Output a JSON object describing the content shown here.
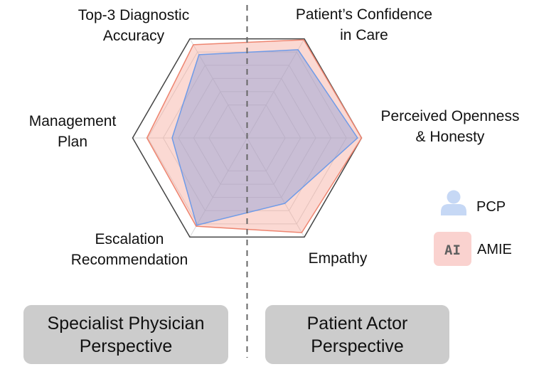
{
  "chart_data": {
    "type": "radar",
    "title": "",
    "axes": [
      {
        "label": [
          "Top-3 Diagnostic",
          "Accuracy"
        ],
        "group": "Specialist Physician Perspective"
      },
      {
        "label": [
          "Patient’s Confidence",
          "in Care"
        ],
        "group": "Patient Actor Perspective"
      },
      {
        "label": [
          "Perceived Openness",
          "& Honesty"
        ],
        "group": "Patient Actor Perspective"
      },
      {
        "label": [
          "Empathy"
        ],
        "group": "Patient Actor Perspective"
      },
      {
        "label": [
          "Escalation",
          "Recommendation"
        ],
        "group": "Specialist Physician Perspective"
      },
      {
        "label": [
          "Management",
          "Plan"
        ],
        "group": "Specialist Physician Perspective"
      }
    ],
    "value_scale": "normalized fraction of outer ring",
    "range": [
      0,
      1
    ],
    "grid_rings": [
      0.333,
      0.467,
      0.6,
      0.733,
      0.867,
      1.0
    ],
    "grid": true,
    "series": [
      {
        "name": "AMIE",
        "values": [
          0.94,
          0.99,
          1.0,
          0.955,
          0.89,
          0.875
        ],
        "fill": "#f4a091",
        "stroke": "#ee8570"
      },
      {
        "name": "PCP",
        "values": [
          0.84,
          0.89,
          0.965,
          0.66,
          0.88,
          0.655
        ],
        "fill": "#8b9dd8",
        "stroke": "#6f9be8"
      }
    ],
    "legend": {
      "placement": "right",
      "entries": [
        {
          "name": "PCP",
          "icon": "person-icon",
          "color": "#c6d8f5"
        },
        {
          "name": "AMIE",
          "icon": "ai-badge-icon",
          "badge_text": "AI",
          "color": "#fad2cf"
        }
      ]
    },
    "divider": "dashed vertical line separating perspectives"
  },
  "perspectives": {
    "left": [
      "Specialist Physician",
      "Perspective"
    ],
    "right": [
      "Patient Actor",
      "Perspective"
    ]
  }
}
